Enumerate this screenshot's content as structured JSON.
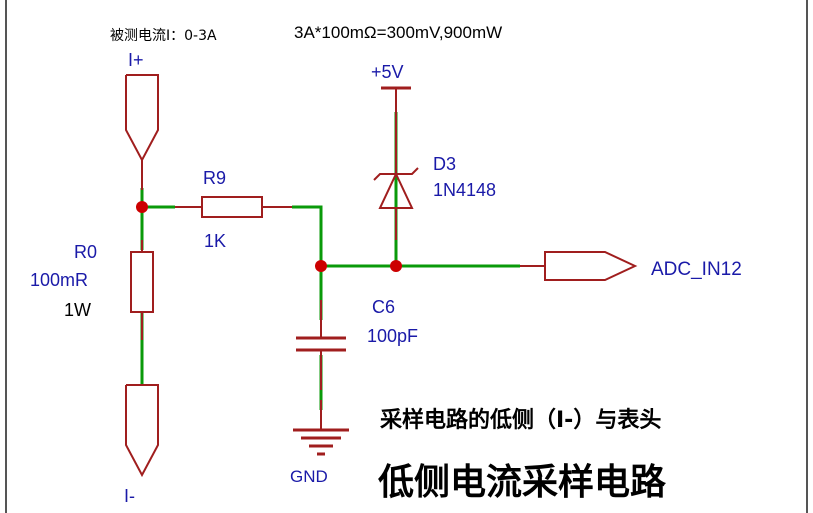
{
  "header": {
    "measured_current": "被测电流I：0-3A",
    "power_calc": "3A*100mΩ=300mV,900mW"
  },
  "nets": {
    "i_plus": "I+",
    "i_minus": "I-",
    "vcc": "+5V",
    "gnd": "GND",
    "adc": "ADC_IN12"
  },
  "components": {
    "r9": {
      "ref": "R9",
      "value": "1K"
    },
    "r0": {
      "ref": "R0",
      "value": "100mR",
      "power": "1W"
    },
    "d3": {
      "ref": "D3",
      "value": "1N4148"
    },
    "c6": {
      "ref": "C6",
      "value": "100pF"
    }
  },
  "captions": {
    "subtitle": "采样电路的低侧（I-）与表头",
    "title": "低侧电流采样电路"
  },
  "colors": {
    "wire": "#0a9a0a",
    "component": "#a01e1e",
    "junction": "#cc0000",
    "label": "#1a1aa8",
    "text": "#000000"
  }
}
